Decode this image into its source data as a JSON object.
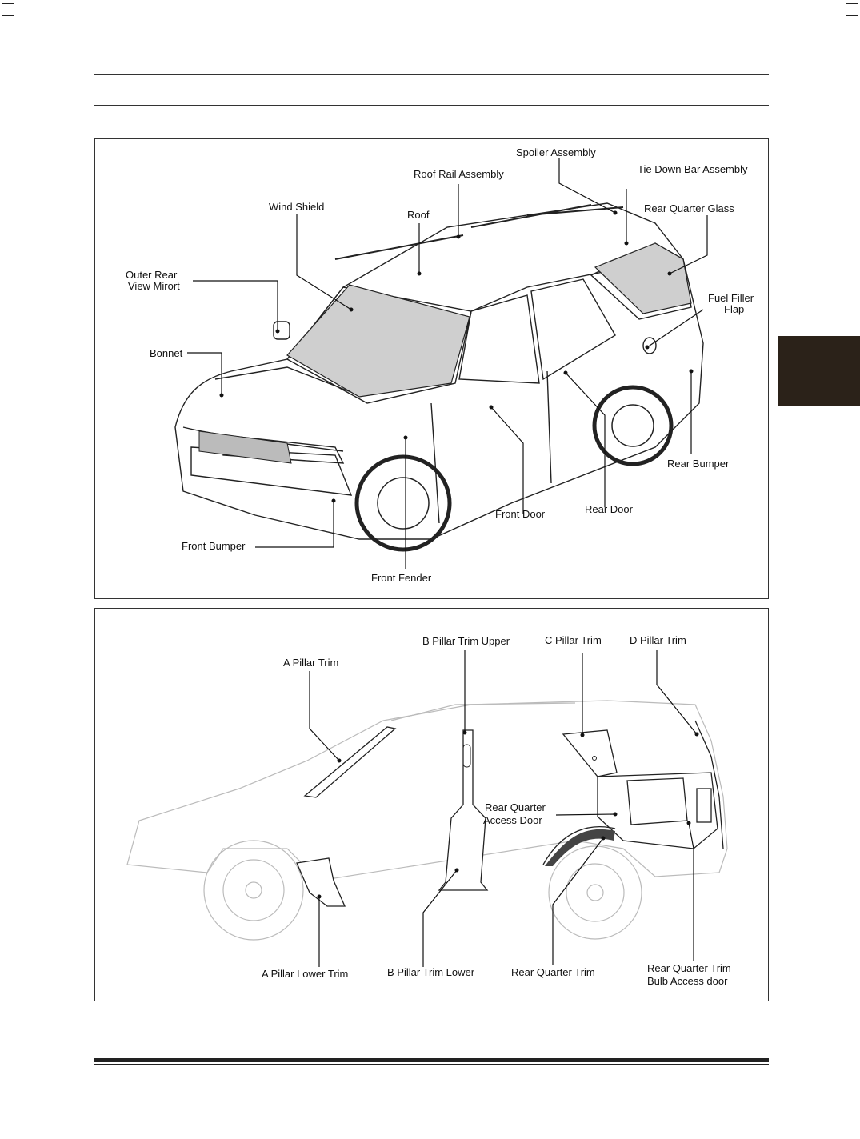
{
  "exterior": {
    "labels": {
      "spoiler": "Spoiler Assembly",
      "tie_down": "Tie Down Bar Assembly",
      "roof_rail": "Roof Rail Assembly",
      "wind_shield": "Wind Shield",
      "roof": "Roof",
      "rear_quarter_glass": "Rear Quarter Glass",
      "outer_mirror_1": "Outer Rear",
      "outer_mirror_2": "View Mirort",
      "fuel_filler_1": "Fuel Filler",
      "fuel_filler_2": "Flap",
      "bonnet": "Bonnet",
      "rear_bumper": "Rear Bumper",
      "front_door": "Front Door",
      "rear_door": "Rear Door",
      "front_bumper": "Front Bumper",
      "front_fender": "Front Fender"
    }
  },
  "interior": {
    "labels": {
      "b_pillar_upper": "B Pillar Trim Upper",
      "c_pillar": "C Pillar Trim",
      "d_pillar": "D Pillar Trim",
      "a_pillar": "A Pillar Trim",
      "rear_quarter_access_1": "Rear Quarter",
      "rear_quarter_access_2": "Access Door",
      "a_pillar_lower": "A Pillar Lower Trim",
      "b_pillar_lower": "B Pillar Trim Lower",
      "rear_quarter_trim": "Rear Quarter Trim",
      "bulb_access_1": "Rear Quarter Trim",
      "bulb_access_2": "Bulb Access door"
    }
  }
}
